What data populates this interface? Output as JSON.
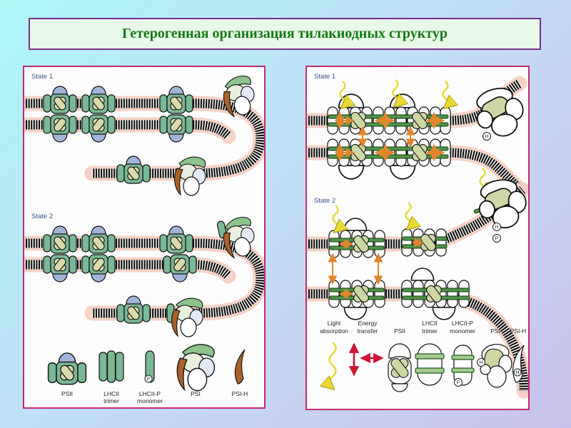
{
  "slide": {
    "title": "Гетерогенная организация тилакиодных структур"
  },
  "left_panel": {
    "state1_label": "State 1",
    "state2_label": "State 2",
    "badge_p": "P",
    "legend": {
      "psii": "PSII",
      "lhcii_line1": "LHCII",
      "lhcii_line2": "trimer",
      "lhciip_line1": "LHCII-P",
      "lhciip_line2": "monomer",
      "psi": "PSI",
      "psih": "PSI-H"
    }
  },
  "right_panel": {
    "state1_label": "State 1",
    "state2_label": "State 2",
    "badge_h": "H",
    "badge_p": "P",
    "legend": {
      "light_line1": "Light",
      "light_line2": "absorption",
      "energy_line1": "Energy",
      "energy_line2": "transfer",
      "psii": "PSII",
      "lhcii_line1": "LHCII",
      "lhcii_line2": "trimer",
      "lhciip_line1": "LHCII-P",
      "lhciip_line2": "monomer",
      "psi": "PSI",
      "psih": "PSI-H"
    }
  },
  "colors": {
    "background_topleft": "#adf6f8",
    "background_bottomright": "#c9c1ed",
    "title_text": "#157a15",
    "title_box_bg": "#e9f9e9",
    "title_box_border": "#7b2d8b",
    "panel_border": "#c22a6e",
    "psii_green": "#7ab896",
    "core_tan": "#d8dbaa",
    "cap_blue": "#a3b4da",
    "membrane_halo_pink": "#f5d2c6",
    "lhcii_bar_green": "#4f9448",
    "olive_core": "#ccd7a4",
    "energy_arrow_orange": "#e0862c",
    "light_arrow_yellow": "#e8d832",
    "legend_arrow_red": "#cc1433",
    "psi_tail_brown": "#a8622a",
    "state_label_blue": "#3d4f88"
  }
}
